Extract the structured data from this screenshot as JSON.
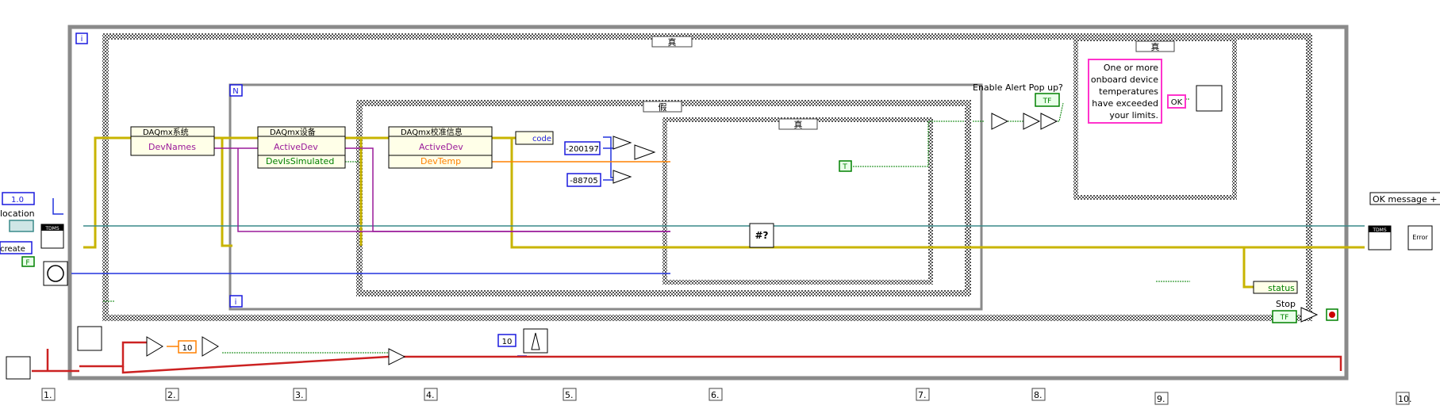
{
  "selectors": {
    "outer_case": "真",
    "false_case": "假",
    "inner_case": "真",
    "alert_case": "真"
  },
  "loop": {
    "while_iteration": "i",
    "for_count": "N",
    "for_iteration": "i"
  },
  "left": {
    "version": "1.0",
    "location_label": "location",
    "operation": "create",
    "false_const": "F",
    "tdms_label": "TDMS"
  },
  "nodes": {
    "system_title": "DAQmx系统",
    "system_prop": "DevNames",
    "device_title": "DAQmx设备",
    "device_prop1": "ActiveDev",
    "device_prop2": "DevIsSimulated",
    "calib_title": "DAQmx校准信息",
    "calib_prop1": "ActiveDev",
    "calib_prop2": "DevTemp"
  },
  "constants": {
    "code": "code",
    "err1": "-200197",
    "err2": "-88705",
    "ten": "10",
    "wait_ms": "10",
    "true_const": "T",
    "enable_alert": "Enable Alert Pop up?",
    "tf": "TF",
    "alert_message": [
      "One or more",
      "onboard device",
      "temperatures",
      "have exceeded",
      "your limits."
    ],
    "ok": "OK",
    "status": "status",
    "stop": "Stop",
    "ok_message": "OK message + w",
    "tdms_label": "TDMS",
    "error_label": "Error"
  },
  "steps": [
    "1.",
    "2.",
    "3.",
    "4.",
    "5.",
    "6.",
    "7.",
    "8.",
    "9.",
    "10."
  ],
  "colors": {
    "error_wire": "#c8b400",
    "ref_wire": "#3a8a8a",
    "numeric_wire": "#2233dd",
    "string_wire": "#9a1a9a",
    "bool_wire": "#008000",
    "float_wire": "#ff8000",
    "queue_wire": "#cc2222"
  }
}
